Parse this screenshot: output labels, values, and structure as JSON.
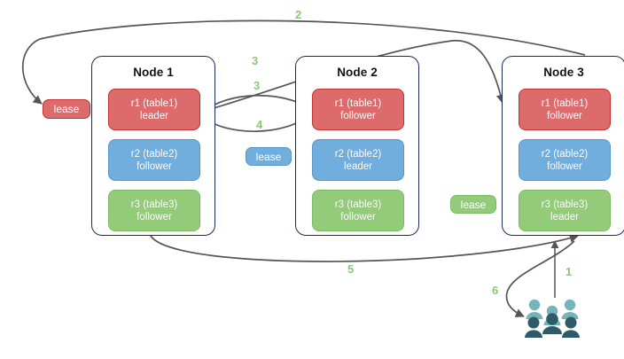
{
  "diagram": {
    "title": "raft-lease-replication-diagram",
    "colors": {
      "replica_red": "#dd6b6b",
      "replica_red_border": "#c0322e",
      "replica_blue": "#72aedd",
      "replica_blue_border": "#5896c9",
      "replica_green": "#93cb7b",
      "replica_green_border": "#7cba62",
      "node_border": "#1b2a5c",
      "arrow": "#555555",
      "step_label": "#8dc878",
      "people_light": "#74b5b8",
      "people_dark": "#2f5a68"
    },
    "nodes": [
      {
        "id": "node1",
        "title": "Node 1",
        "replicas": [
          {
            "name": "r1 (table1)",
            "role": "leader",
            "color": "red"
          },
          {
            "name": "r2 (table2)",
            "role": "follower",
            "color": "blue"
          },
          {
            "name": "r3 (table3)",
            "role": "follower",
            "color": "green"
          }
        ]
      },
      {
        "id": "node2",
        "title": "Node 2",
        "replicas": [
          {
            "name": "r1 (table1)",
            "role": "follower",
            "color": "red"
          },
          {
            "name": "r2 (table2)",
            "role": "leader",
            "color": "blue"
          },
          {
            "name": "r3 (table3)",
            "role": "follower",
            "color": "green"
          }
        ]
      },
      {
        "id": "node3",
        "title": "Node 3",
        "replicas": [
          {
            "name": "r1 (table1)",
            "role": "follower",
            "color": "red"
          },
          {
            "name": "r2 (table2)",
            "role": "follower",
            "color": "blue"
          },
          {
            "name": "r3 (table3)",
            "role": "leader",
            "color": "green"
          }
        ]
      }
    ],
    "leases": [
      {
        "id": "lease-red",
        "label": "lease",
        "color": "red"
      },
      {
        "id": "lease-blue",
        "label": "lease",
        "color": "blue"
      },
      {
        "id": "lease-green",
        "label": "lease",
        "color": "green"
      }
    ],
    "steps": [
      {
        "id": "step-1",
        "label": "1"
      },
      {
        "id": "step-2",
        "label": "2"
      },
      {
        "id": "step-3a",
        "label": "3"
      },
      {
        "id": "step-3b",
        "label": "3"
      },
      {
        "id": "step-4",
        "label": "4"
      },
      {
        "id": "step-5",
        "label": "5"
      },
      {
        "id": "step-6",
        "label": "6"
      }
    ],
    "actor": {
      "id": "clients",
      "icon": "people-icon"
    }
  }
}
